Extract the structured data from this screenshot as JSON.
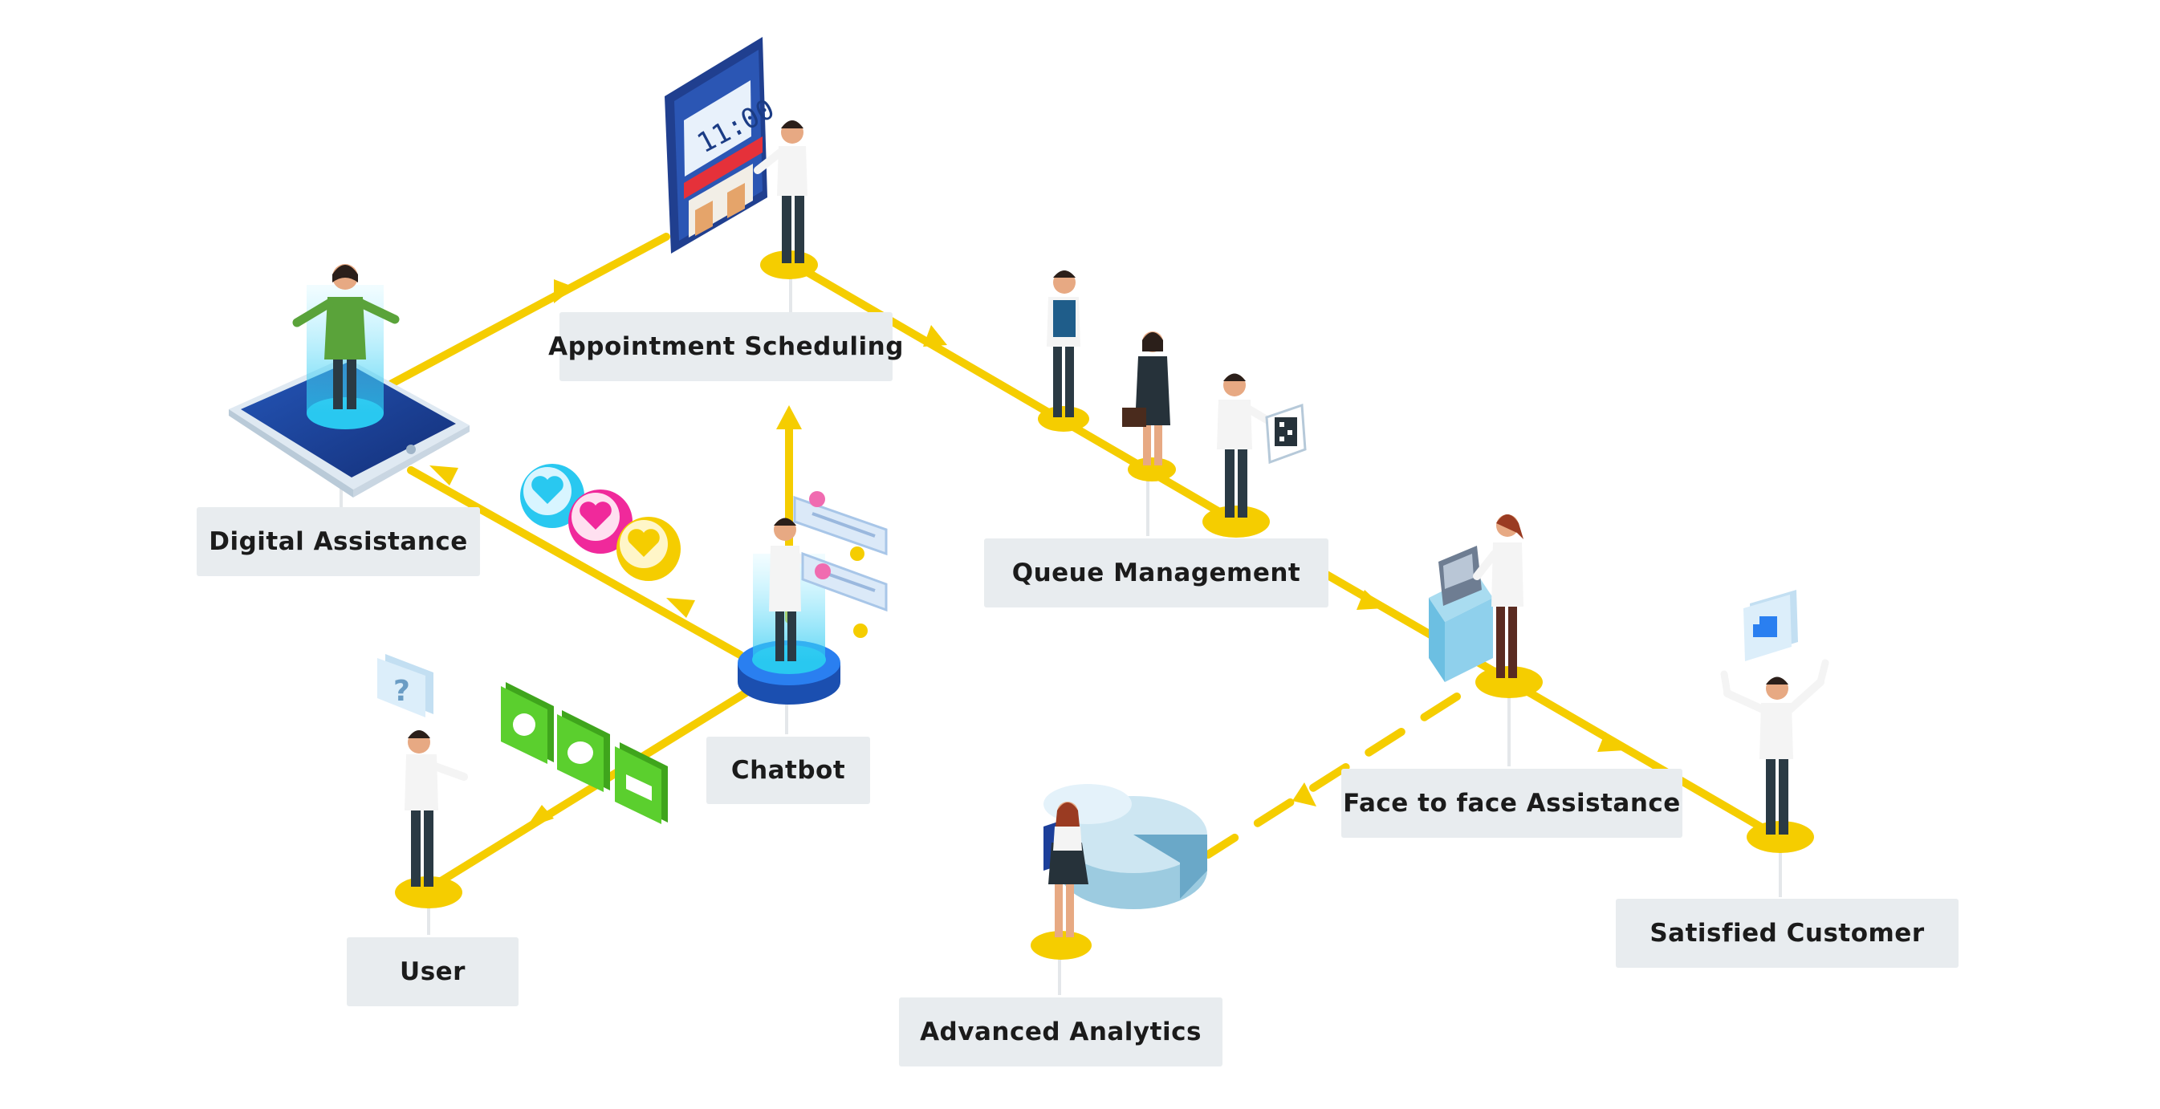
{
  "colors": {
    "path": "#f5cd00",
    "label_bg": "#e8ecef",
    "label_text": "#1b1b1b",
    "tablet_blue": "#1c3f9a",
    "hologram_cyan": "#29c8f0",
    "pink": "#f0299b",
    "green": "#5bcf2e",
    "shirt_white": "#f4f4f4",
    "pants_dark": "#2a3a44",
    "skin": "#e7a983",
    "analytics_blue": "#9ccbe0"
  },
  "nodes": {
    "user": {
      "label": "User",
      "icon": "question-bubble-icon"
    },
    "chatbot": {
      "label": "Chatbot",
      "icon": "chat-messages-icon"
    },
    "digital_assistance": {
      "label": "Digital Assistance",
      "icon": "tablet-hologram-icon"
    },
    "appointment_scheduling": {
      "label": "Appointment Scheduling",
      "icon": "clock-store-icon",
      "clock_text": "11:00"
    },
    "queue_management": {
      "label": "Queue Management",
      "icon": "qr-code-icon"
    },
    "face_to_face": {
      "label": "Face to face Assistance",
      "icon": "cash-register-icon"
    },
    "satisfied_customer": {
      "label": "Satisfied Customer",
      "icon": "thumbs-up-icon"
    },
    "advanced_analytics": {
      "label": "Advanced Analytics",
      "icon": "pie-chart-icon"
    }
  },
  "floating_icons": {
    "contact_channels": [
      "phone-icon",
      "chat-icon",
      "mail-icon"
    ],
    "hearts": [
      "heart-icon",
      "heart-icon",
      "heart-icon"
    ]
  }
}
